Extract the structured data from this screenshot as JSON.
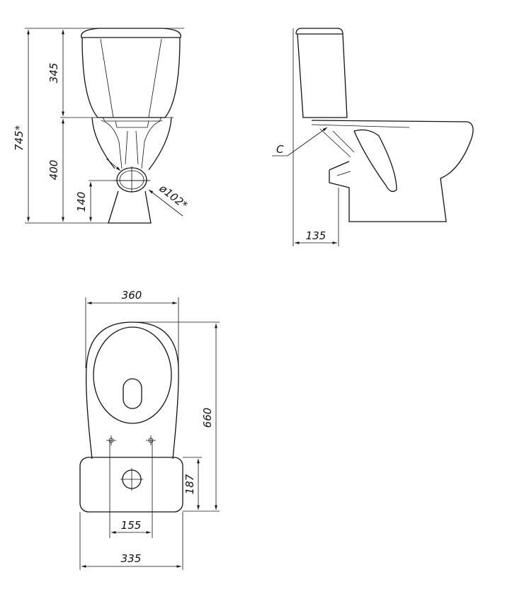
{
  "front_view": {
    "overall_height": "745*",
    "tank_height": "345",
    "bowl_height": "400",
    "outlet_height": "140",
    "outlet_diameter": "ø102*"
  },
  "side_view": {
    "callout": "C",
    "outlet_offset": "135"
  },
  "top_view": {
    "width": "360",
    "length": "660",
    "tank_depth": "187",
    "hole_spacing": "155",
    "tank_width": "335"
  }
}
